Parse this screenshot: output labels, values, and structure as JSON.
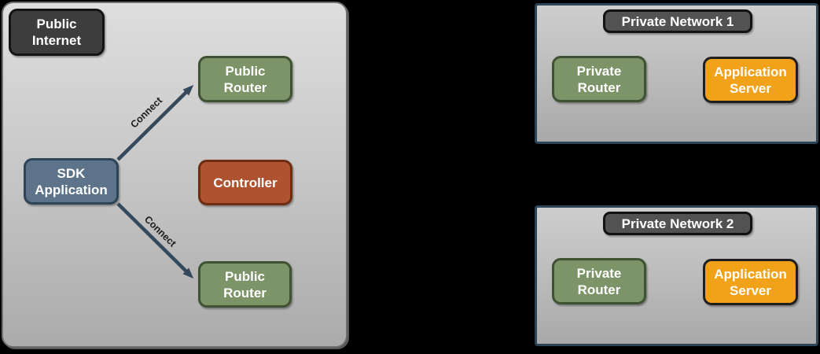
{
  "public_internet": {
    "label": "Public\nInternet",
    "nodes": {
      "sdk_application": "SDK\nApplication",
      "public_router_top": "Public\nRouter",
      "controller": "Controller",
      "public_router_bottom": "Public\nRouter"
    },
    "edges": [
      {
        "label": "Connect"
      },
      {
        "label": "Connect"
      }
    ]
  },
  "private_networks": [
    {
      "title": "Private Network 1",
      "router": "Private\nRouter",
      "server": "Application\nServer"
    },
    {
      "title": "Private Network 2",
      "router": "Private\nRouter",
      "server": "Application\nServer"
    }
  ],
  "colors": {
    "background": "#000000",
    "zone_border": "#6f6f6f",
    "zone_fill_top": "#dedede",
    "zone_fill_bottom": "#ababab",
    "network_border": "#2b4458",
    "internet_label_fill": "#3d3d3d",
    "network_title_fill": "#525252",
    "sdk_fill": "#5d7389",
    "router_fill": "#7c9468",
    "controller_fill": "#ae5230",
    "server_fill": "#f2a219",
    "arrow": "#35495c",
    "text": "#ffffff"
  }
}
